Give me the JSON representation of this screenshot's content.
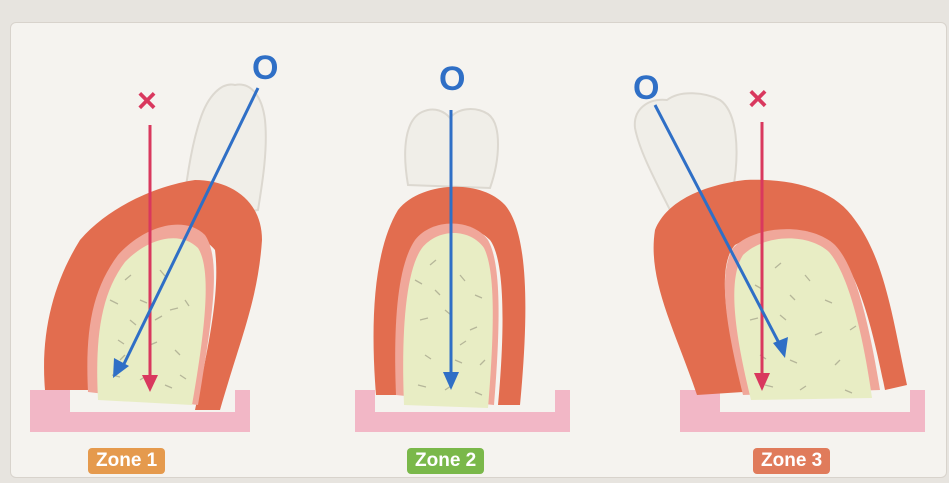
{
  "zones": [
    {
      "label": "Zone 1",
      "color": "#e59a4d",
      "symbols": {
        "correct": "O",
        "wrong": "×"
      }
    },
    {
      "label": "Zone 2",
      "color": "#7ab84a",
      "symbols": {
        "correct": "O"
      }
    },
    {
      "label": "Zone 3",
      "color": "#e07b5b",
      "symbols": {
        "correct": "O",
        "wrong": "×"
      }
    }
  ],
  "colors": {
    "correct_arrow": "#2f6fc6",
    "wrong_arrow": "#d9385e",
    "gum": "#e26d4f",
    "gum_inner": "#f0a79a",
    "bone": "#e8edc4",
    "tooth": "#f0eee8",
    "base": "#f2b7c6"
  }
}
